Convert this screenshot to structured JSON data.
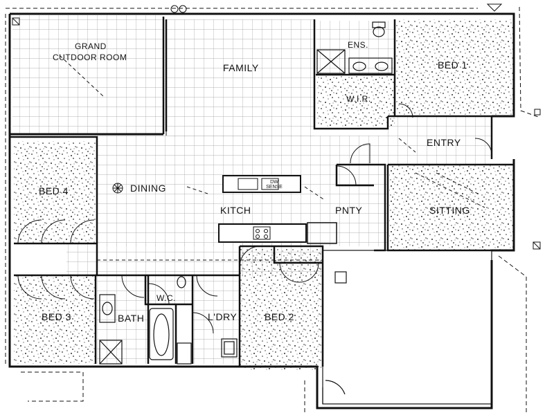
{
  "rooms": {
    "grand_room": {
      "line1": "GRAND",
      "line2": "CUTDOOR ROOM"
    },
    "family": "FAMILY",
    "ensuite": "ENS.",
    "bed1": "BED 1",
    "wir": "W.I.R.",
    "entry": "ENTRY",
    "bed4": "BED 4",
    "dining": "DINING",
    "kitchen": "KITCH",
    "pantry": "PNTY",
    "sitting": "SITTING",
    "bed3": "BED 3",
    "bath": "BATH",
    "wc": "W.C.",
    "laundry": "L'DRY",
    "bed2": "BED 2"
  },
  "fixtures": {
    "island_sink_note": "DW SENSE"
  },
  "colors": {
    "wall": "#111111",
    "tile_grid": "#9a9a9a",
    "carpet_dots": "#2a2a2a",
    "paper": "#ffffff"
  }
}
